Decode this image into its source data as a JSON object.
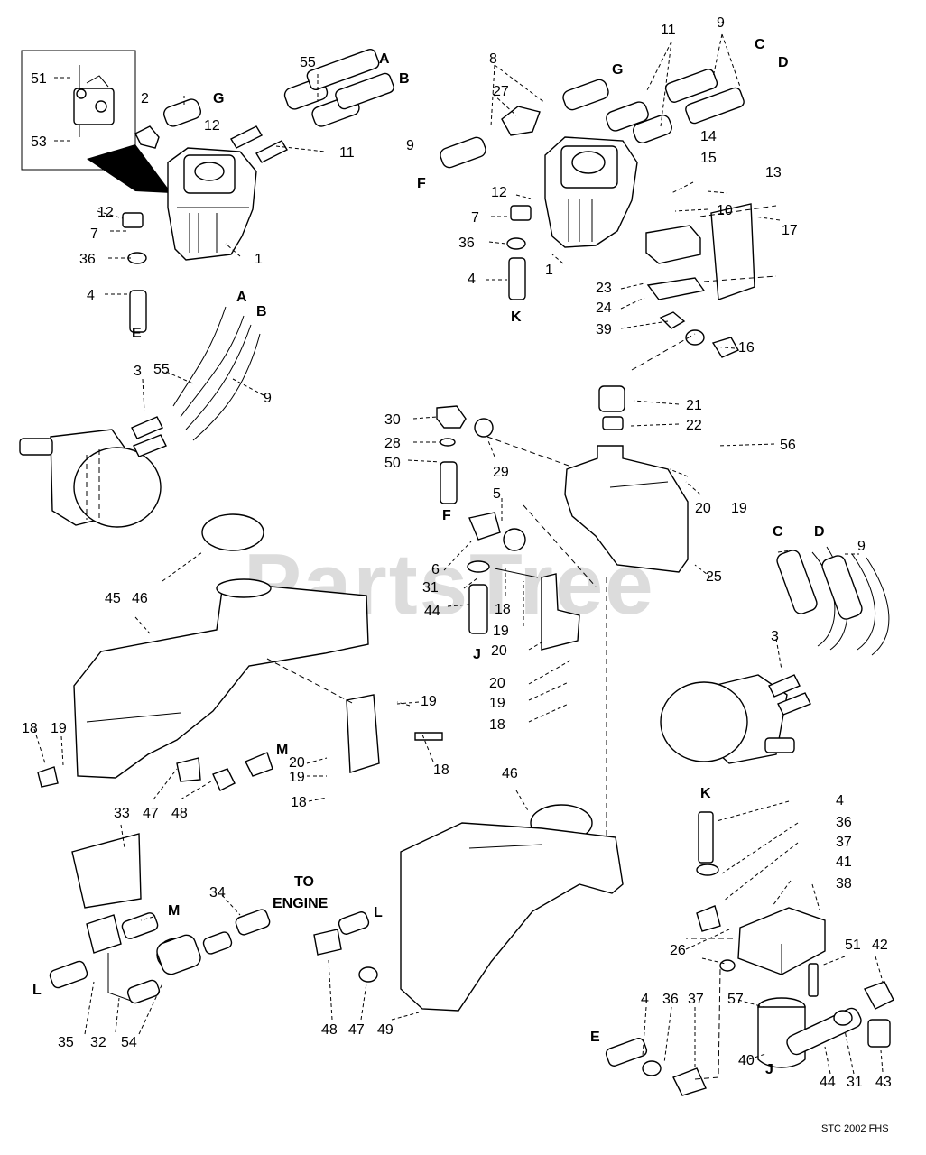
{
  "watermark": "PartsTree",
  "footer_code": "STC 2002 FHS",
  "to_engine": [
    "TO",
    "ENGINE"
  ],
  "callouts": [
    "51",
    "53",
    "2",
    "12",
    "55",
    "11",
    "9",
    "12",
    "7",
    "36",
    "4",
    "1",
    "8",
    "27",
    "11",
    "9",
    "14",
    "15",
    "13",
    "10",
    "17",
    "12",
    "7",
    "36",
    "4",
    "1",
    "23",
    "24",
    "39",
    "16",
    "3",
    "55",
    "9",
    "30",
    "28",
    "50",
    "29",
    "21",
    "22",
    "56",
    "20",
    "19",
    "5",
    "6",
    "31",
    "44",
    "18",
    "19",
    "20",
    "25",
    "20",
    "19",
    "18",
    "9",
    "3",
    "45",
    "46",
    "18",
    "19",
    "19",
    "20",
    "19",
    "18",
    "18",
    "33",
    "47",
    "48",
    "34",
    "35",
    "32",
    "54",
    "46",
    "48",
    "47",
    "49",
    "4",
    "36",
    "37",
    "41",
    "38",
    "26",
    "51",
    "42",
    "57",
    "40",
    "44",
    "31",
    "43",
    "4",
    "36",
    "37"
  ],
  "letters": [
    "A",
    "B",
    "G",
    "E",
    "G",
    "C",
    "D",
    "F",
    "K",
    "A",
    "B",
    "F",
    "J",
    "C",
    "D",
    "M",
    "M",
    "L",
    "L",
    "K",
    "E",
    "J"
  ]
}
